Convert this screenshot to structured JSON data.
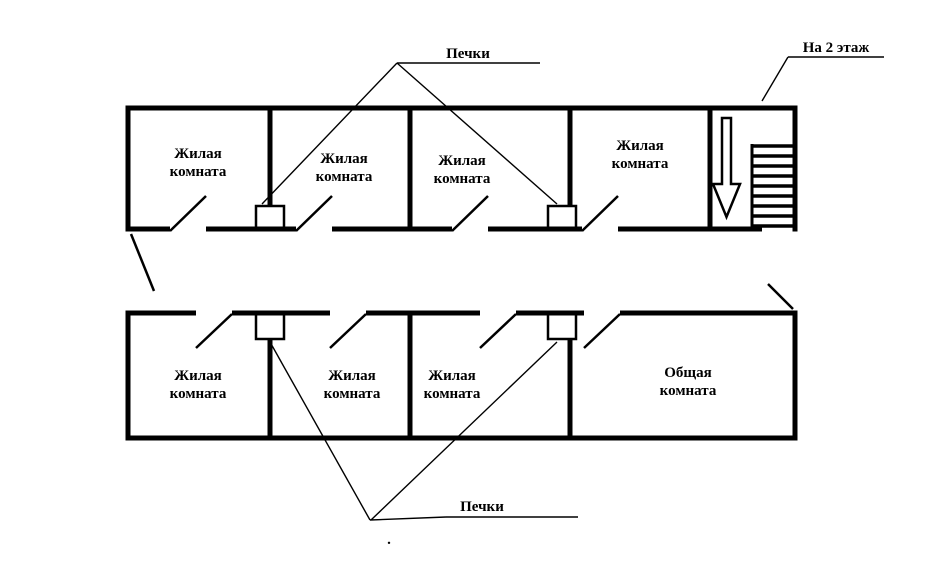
{
  "page": {
    "background_color": "#ffffff",
    "line_color": "#000000"
  },
  "labels": {
    "stoves_top": "Печки",
    "stoves_bottom": "Печки",
    "to_second_floor": "На 2 этаж",
    "stray_dot": "."
  },
  "rooms": {
    "top": [
      {
        "line1": "Жилая",
        "line2": "комната"
      },
      {
        "line1": "Жилая",
        "line2": "комната"
      },
      {
        "line1": "Жилая",
        "line2": "комната"
      },
      {
        "line1": "Жилая",
        "line2": "комната"
      }
    ],
    "bottom": [
      {
        "line1": "Жилая",
        "line2": "комната"
      },
      {
        "line1": "Жилая",
        "line2": "комната"
      },
      {
        "line1": "Жилая",
        "line2": "комната"
      },
      {
        "line1": "Общая",
        "line2": "комната"
      }
    ]
  }
}
